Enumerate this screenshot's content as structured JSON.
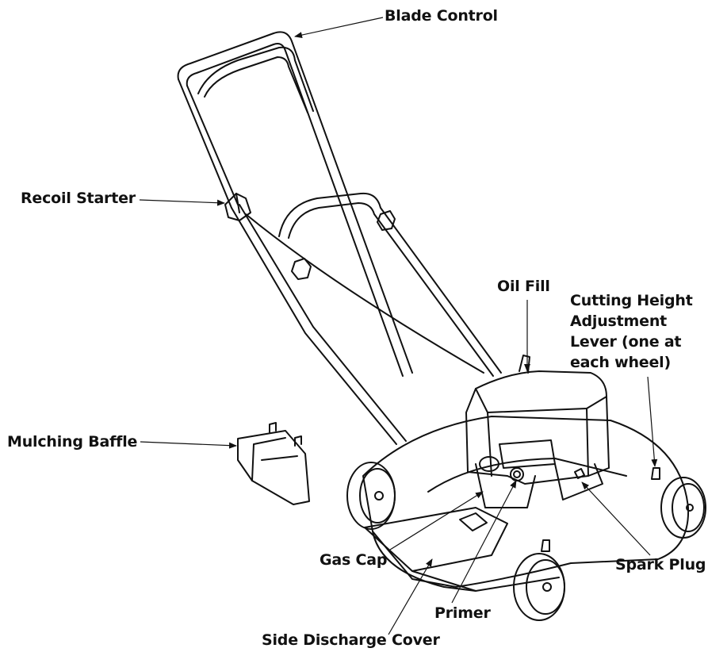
{
  "diagram": {
    "labels": {
      "blade_control": "Blade Control",
      "recoil_starter": "Recoil Starter",
      "oil_fill": "Oil Fill",
      "cutting_height_line1": "Cutting Height",
      "cutting_height_line2": "Adjustment",
      "cutting_height_line3": "Lever (one at",
      "cutting_height_line4": "each wheel)",
      "mulching_baffle": "Mulching Baffle",
      "gas_cap": "Gas Cap",
      "spark_plug": "Spark Plug",
      "primer": "Primer",
      "side_discharge_cover": "Side Discharge Cover"
    },
    "colors": {
      "ink": "#111111",
      "paper": "#ffffff"
    }
  }
}
